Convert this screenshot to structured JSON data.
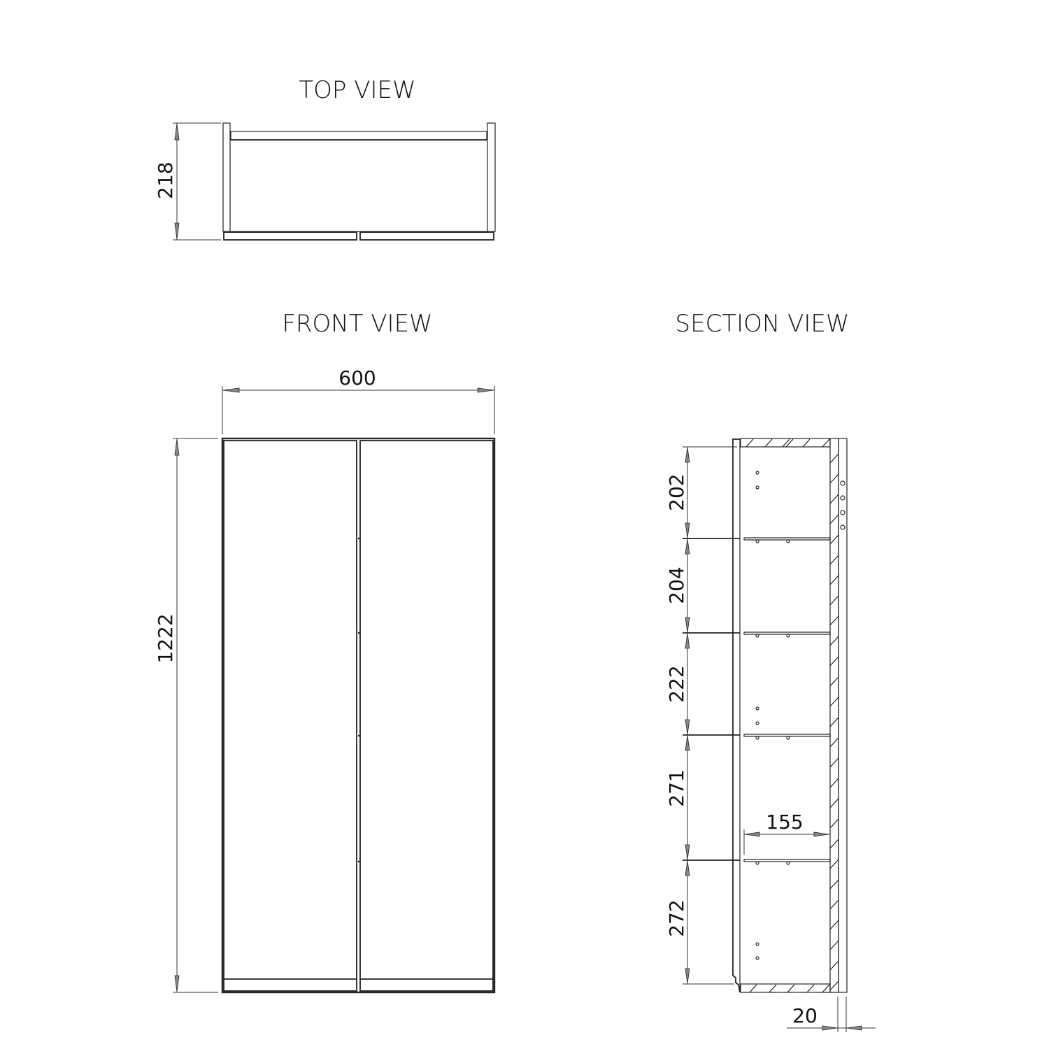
{
  "views": {
    "top": {
      "title": "TOP VIEW",
      "depth_label": "218"
    },
    "front": {
      "title": "FRONT VIEW",
      "width_label": "600",
      "height_label": "1222"
    },
    "section": {
      "title": "SECTION VIEW",
      "compartment_heights": [
        "202",
        "204",
        "222",
        "271",
        "272"
      ],
      "shelf_depth_label": "155",
      "back_thickness_label": "20"
    }
  },
  "colors": {
    "line": "#222222",
    "background": "#ffffff",
    "arrow_fill": "#888888"
  }
}
